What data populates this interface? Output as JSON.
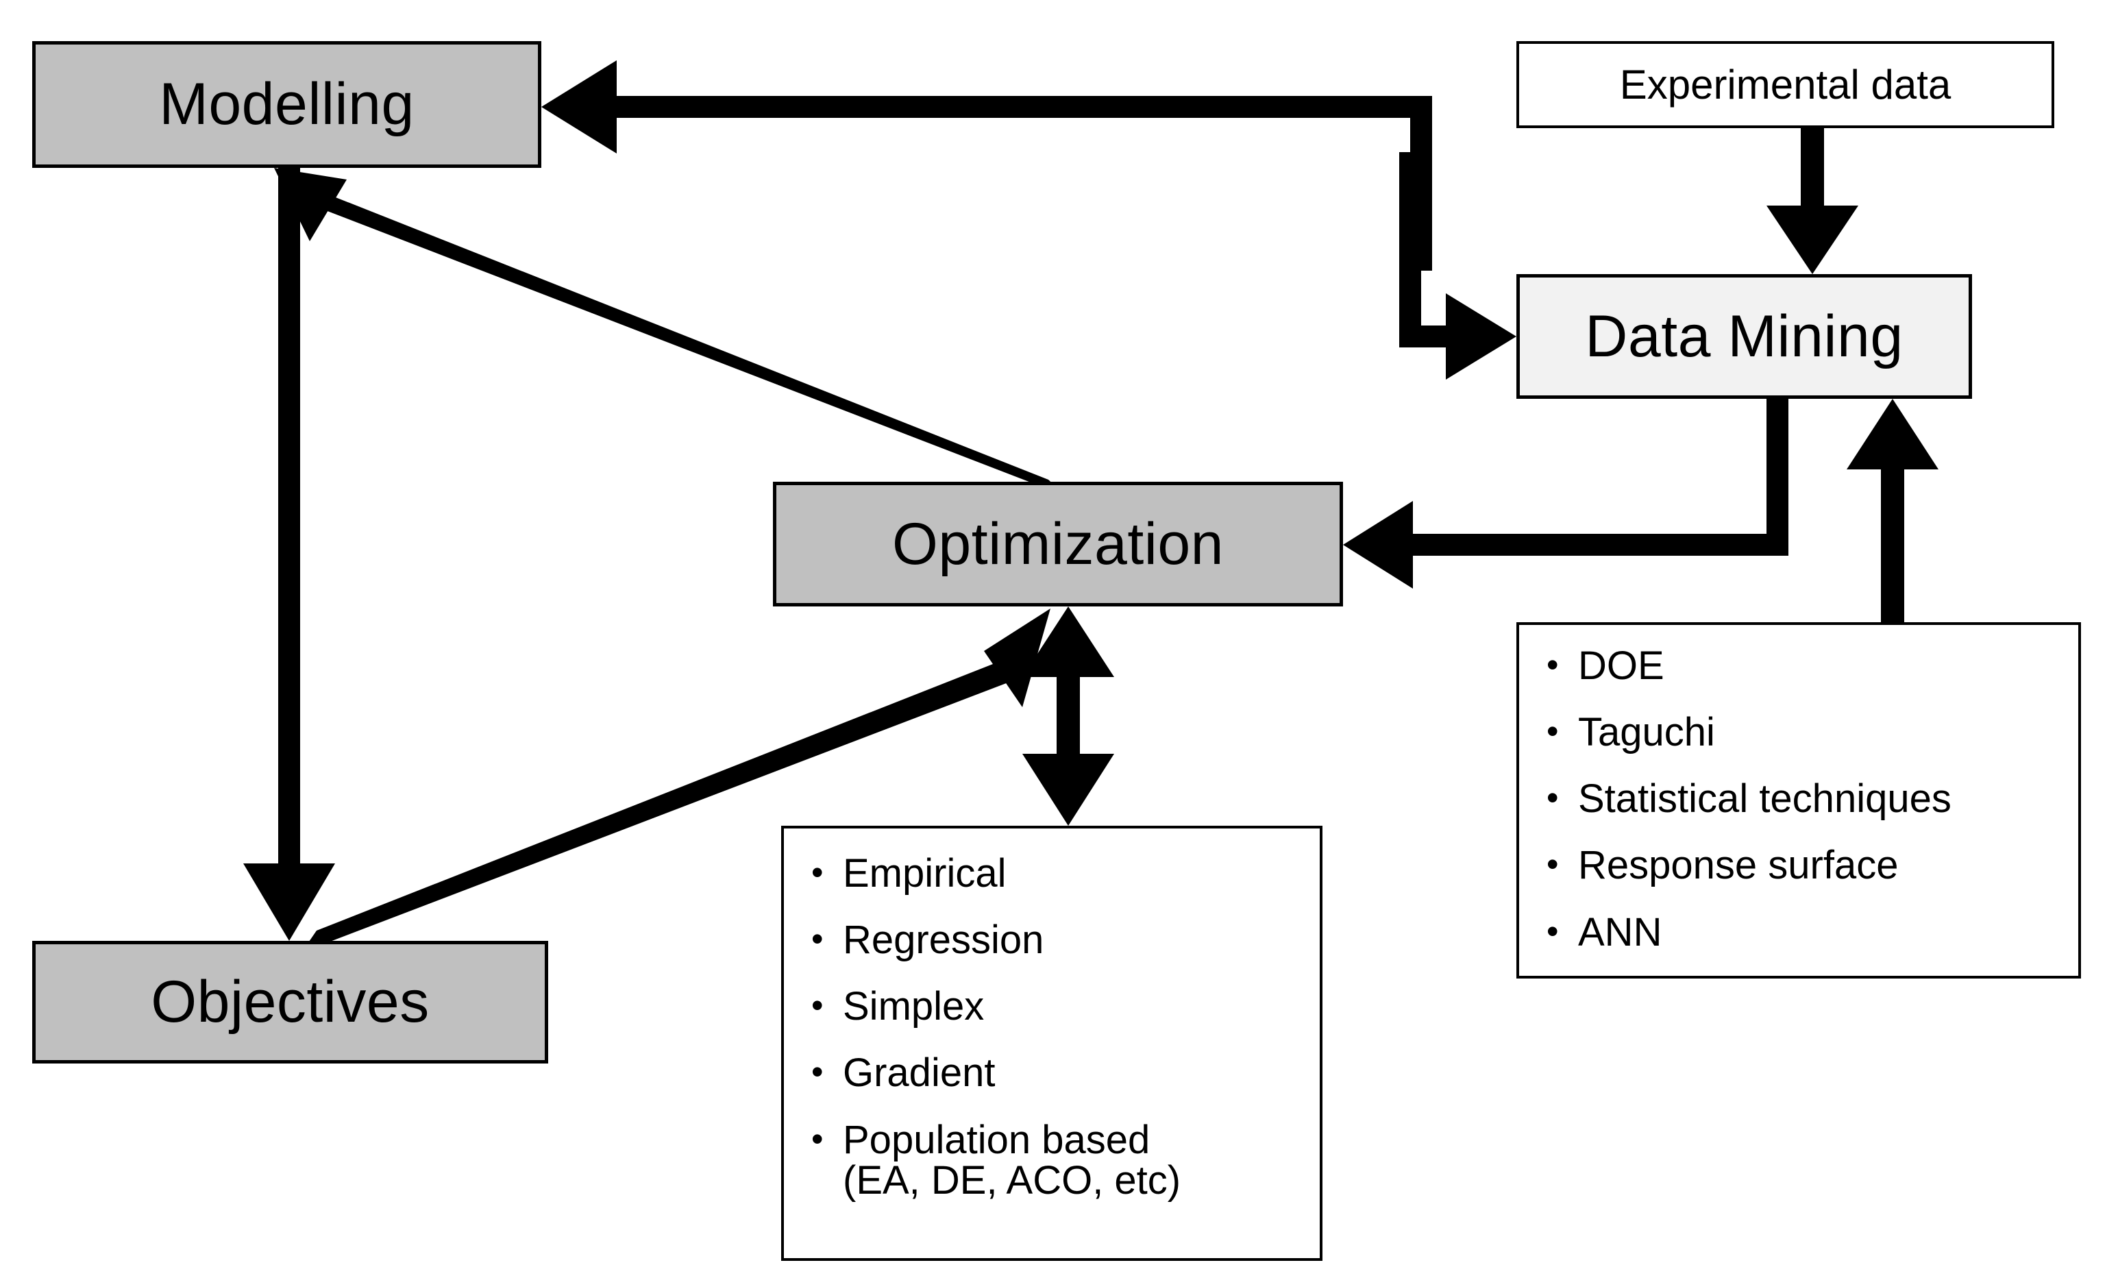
{
  "diagram": {
    "title": "Modelling, Optimization and Data Mining workflow",
    "colors": {
      "shaded_fill": "#c0c0c0",
      "faint_fill": "#f2f2f2",
      "plain_fill": "#ffffff",
      "stroke": "#000000"
    }
  },
  "nodes": {
    "modelling": {
      "label": "Modelling"
    },
    "optimization": {
      "label": "Optimization"
    },
    "objectives": {
      "label": "Objectives"
    },
    "experimental_data": {
      "label": "Experimental data"
    },
    "data_mining": {
      "label": "Data Mining"
    }
  },
  "lists": {
    "optimization_methods": {
      "bullet": "•",
      "items": [
        "Empirical",
        "Regression",
        "Simplex",
        "Gradient",
        "Population based\n(EA, DE, ACO, etc)"
      ]
    },
    "data_mining_methods": {
      "bullet": "•",
      "items": [
        "DOE",
        "Taguchi",
        "Statistical techniques",
        "Response surface",
        "ANN"
      ]
    }
  },
  "connections": [
    {
      "name": "data-mining-to-modelling",
      "from": "Data Mining",
      "to": "Modelling",
      "style": "elbow",
      "heads": "single"
    },
    {
      "name": "modelling-to-data-mining",
      "from": "Modelling path",
      "to": "Data Mining",
      "style": "elbow",
      "heads": "single"
    },
    {
      "name": "experimental-data-to-data-mining",
      "from": "Experimental data",
      "to": "Data Mining",
      "style": "straight-vertical",
      "heads": "single"
    },
    {
      "name": "data-mining-to-optimization",
      "from": "Data Mining",
      "to": "Optimization",
      "style": "elbow",
      "heads": "single"
    },
    {
      "name": "data-mining-methods-link",
      "from": "Data Mining",
      "to": "Data mining methods list",
      "style": "straight-vertical",
      "heads": "double"
    },
    {
      "name": "optimization-to-modelling",
      "from": "Optimization",
      "to": "Modelling",
      "style": "diagonal",
      "heads": "single"
    },
    {
      "name": "modelling-to-objectives",
      "from": "Modelling",
      "to": "Objectives",
      "style": "straight-vertical",
      "heads": "single"
    },
    {
      "name": "objectives-to-optimization",
      "from": "Objectives",
      "to": "Optimization",
      "style": "diagonal",
      "heads": "single"
    },
    {
      "name": "optimization-methods-link",
      "from": "Optimization",
      "to": "Optimization methods list",
      "style": "straight-vertical",
      "heads": "double"
    }
  ]
}
